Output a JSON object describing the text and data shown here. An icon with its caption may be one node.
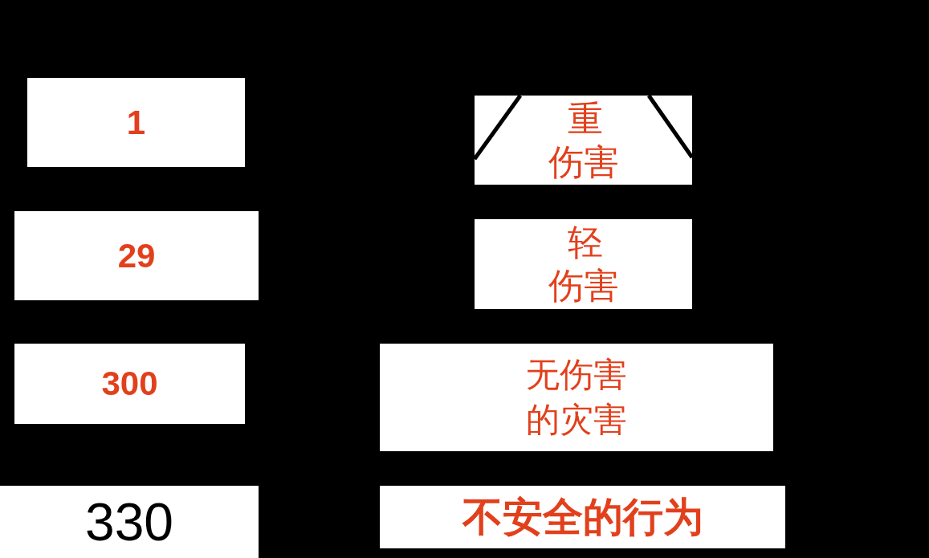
{
  "diagram": {
    "nodes": [
      {
        "text": [
          "1"
        ]
      },
      {
        "text": [
          "重伤害"
        ]
      },
      {
        "text": [
          "29"
        ]
      },
      {
        "text": [
          "轻伤害"
        ]
      },
      {
        "text": [
          "300"
        ]
      },
      {
        "text": [
          "无伤害的灾害"
        ]
      },
      {
        "text": [
          "330"
        ]
      },
      {
        "text": [
          "不安全的行为"
        ]
      }
    ]
  }
}
